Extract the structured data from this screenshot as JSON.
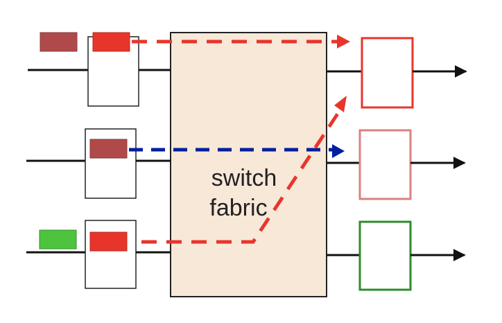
{
  "fabric": {
    "label_line1": "switch",
    "label_line2": "fabric",
    "fill": "#f8e8d8"
  },
  "colors": {
    "line": "#111111",
    "red": "#e8352b",
    "dark_red": "#b04a4a",
    "light_red": "#d9827e",
    "green": "#4ec43e",
    "dark_green": "#2e8b2e",
    "blue": "#001f9e"
  },
  "input_ports": [
    {
      "id": "input-1",
      "queued_packets": [
        "dark-red",
        "red"
      ]
    },
    {
      "id": "input-2",
      "queued_packets": [
        "dark-red"
      ]
    },
    {
      "id": "input-3",
      "queued_packets": [
        "green",
        "red"
      ]
    }
  ],
  "output_ports": [
    {
      "id": "output-1",
      "color": "red"
    },
    {
      "id": "output-2",
      "color": "light-red"
    },
    {
      "id": "output-3",
      "color": "green"
    }
  ],
  "flows": [
    {
      "from": "input-1",
      "to": "output-1",
      "color": "red",
      "style": "dashed"
    },
    {
      "from": "input-2",
      "to": "output-2",
      "color": "blue",
      "style": "dashed"
    },
    {
      "from": "input-3",
      "to": "output-1",
      "color": "red",
      "style": "dashed"
    }
  ]
}
